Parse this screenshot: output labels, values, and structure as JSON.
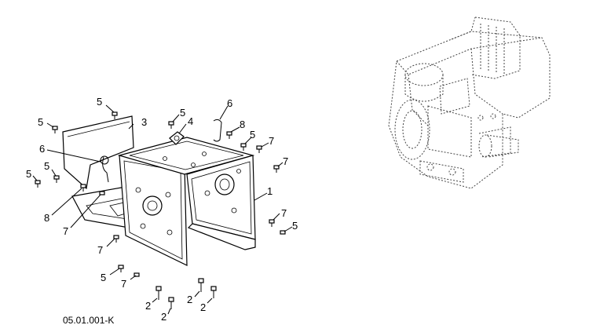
{
  "drawing": {
    "reference_number": "05.01.001-K"
  },
  "callouts": [
    {
      "id": "c1",
      "text": "5"
    },
    {
      "id": "c2",
      "text": "5"
    },
    {
      "id": "c3",
      "text": "3"
    },
    {
      "id": "c4",
      "text": "5"
    },
    {
      "id": "c5",
      "text": "4"
    },
    {
      "id": "c6",
      "text": "6"
    },
    {
      "id": "c7",
      "text": "8"
    },
    {
      "id": "c8",
      "text": "5"
    },
    {
      "id": "c9",
      "text": "7"
    },
    {
      "id": "c10",
      "text": "6"
    },
    {
      "id": "c11",
      "text": "5"
    },
    {
      "id": "c12",
      "text": "5"
    },
    {
      "id": "c13",
      "text": "7"
    },
    {
      "id": "c14",
      "text": "1"
    },
    {
      "id": "c15",
      "text": "8"
    },
    {
      "id": "c16",
      "text": "7"
    },
    {
      "id": "c17",
      "text": "7"
    },
    {
      "id": "c18",
      "text": "5"
    },
    {
      "id": "c19",
      "text": "7"
    },
    {
      "id": "c20",
      "text": "7"
    },
    {
      "id": "c21",
      "text": "5"
    },
    {
      "id": "c22",
      "text": "2"
    },
    {
      "id": "c23",
      "text": "2"
    },
    {
      "id": "c24",
      "text": "2"
    },
    {
      "id": "c25",
      "text": "2"
    }
  ]
}
